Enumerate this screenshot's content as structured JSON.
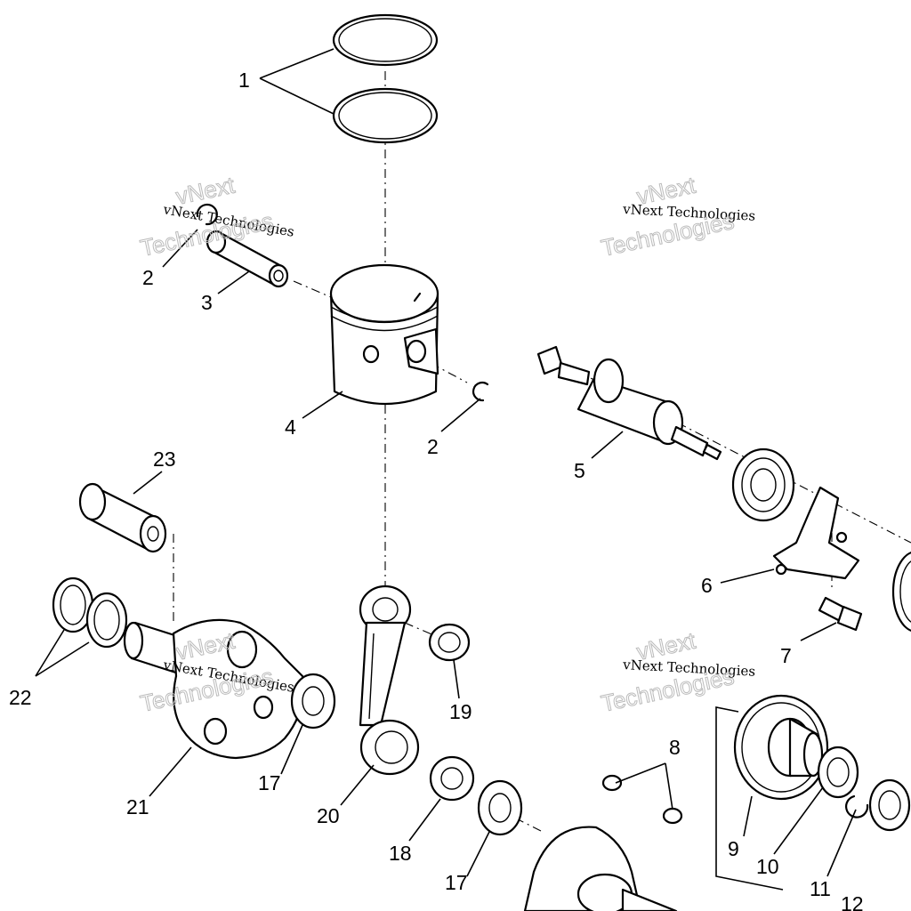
{
  "diagram": {
    "callouts": {
      "c1": "1",
      "c2a": "2",
      "c2b": "2",
      "c3": "3",
      "c4": "4",
      "c5": "5",
      "c6": "6",
      "c7": "7",
      "c8": "8",
      "c9": "9",
      "c10": "10",
      "c11": "11",
      "c12": "12",
      "c17a": "17",
      "c17b": "17",
      "c18": "18",
      "c19": "19",
      "c20": "20",
      "c21": "21",
      "c22": "22",
      "c23": "23"
    },
    "watermark": {
      "line1": "vNext Technologies",
      "line2": "vNext",
      "line3": "Technologies"
    }
  }
}
